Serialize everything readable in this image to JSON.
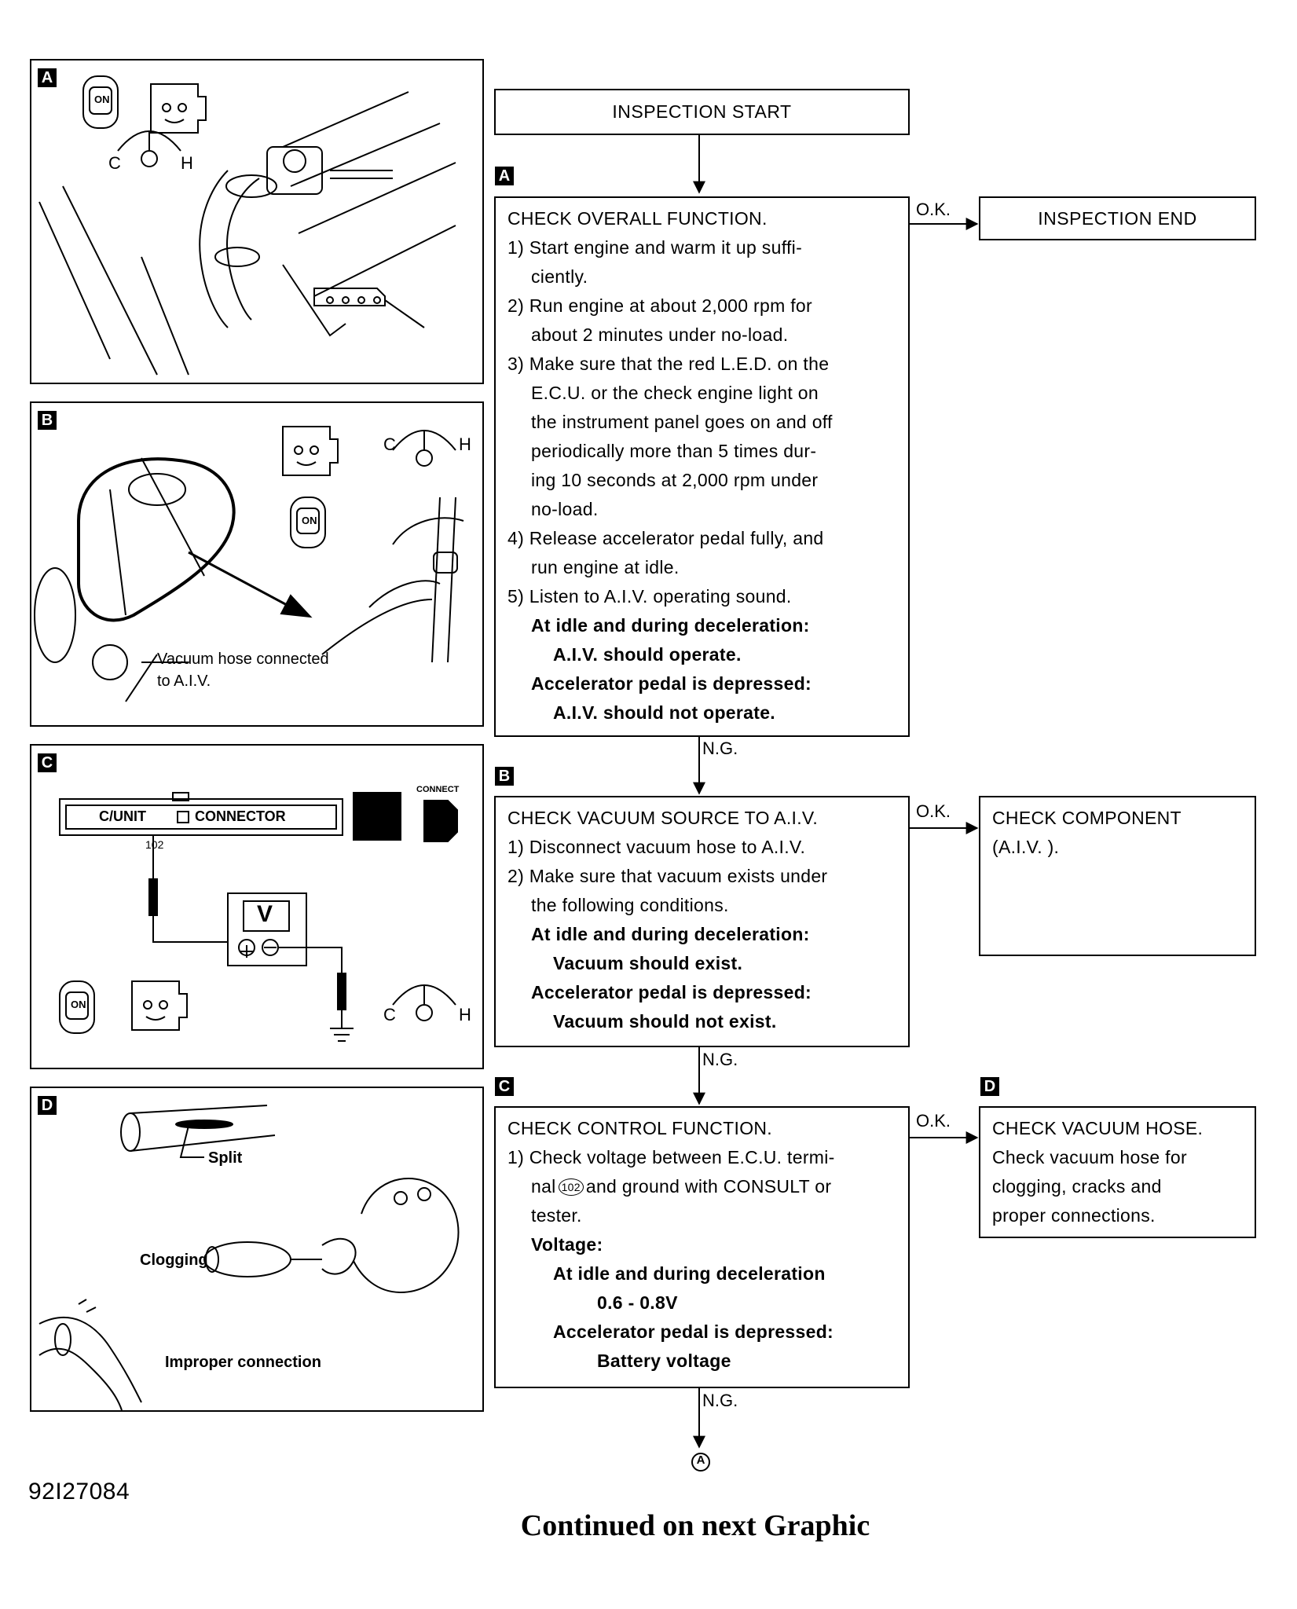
{
  "flow": {
    "start": "INSPECTION START",
    "end": "INSPECTION END",
    "ok": "O.K.",
    "ng": "N.G.",
    "step_a": {
      "tag": "A",
      "lines": [
        "CHECK OVERALL FUNCTION.",
        "1) Start engine and warm it up suffi-",
        "ciently.",
        "2) Run engine at about 2,000 rpm for",
        "about 2 minutes under no-load.",
        "3) Make sure that the red L.E.D. on the",
        "E.C.U. or the check engine light on",
        "the instrument panel goes on and off",
        "periodically more than 5 times dur-",
        "ing 10 seconds at 2,000 rpm under",
        "no-load.",
        "4) Release accelerator pedal fully, and",
        "run engine at idle.",
        "5) Listen to A.I.V. operating sound.",
        "At idle and during deceleration:",
        "A.I.V. should operate.",
        "Accelerator pedal is depressed:",
        "A.I.V. should not operate."
      ]
    },
    "step_b": {
      "tag": "B",
      "lines": [
        "CHECK VACUUM SOURCE TO A.I.V.",
        "1) Disconnect vacuum hose to A.I.V.",
        "2) Make sure that vacuum exists under",
        "the following conditions.",
        "At idle and during deceleration:",
        "Vacuum should exist.",
        "Accelerator pedal is depressed:",
        "Vacuum should not exist."
      ],
      "ok_box": [
        "CHECK COMPONENT",
        "(A.I.V. )."
      ]
    },
    "step_c": {
      "tag": "C",
      "lines": [
        "CHECK CONTROL FUNCTION.",
        "1) Check voltage between E.C.U. termi-",
        "nal",
        "and ground with CONSULT or",
        "tester.",
        "Voltage:",
        "At idle and during deceleration",
        "0.6 - 0.8V",
        "Accelerator pedal is depressed:",
        "Battery voltage"
      ],
      "terminal": "102",
      "ok_tag": "D",
      "ok_box": [
        "CHECK VACUUM HOSE.",
        "Check vacuum hose for",
        "clogging, cracks and",
        "proper connections."
      ]
    },
    "continue_marker": "A"
  },
  "illustrations": {
    "a": {
      "tag": "A",
      "gauge_c": "C",
      "gauge_h": "H",
      "key": "ON"
    },
    "b": {
      "tag": "B",
      "label_1": "Vacuum hose connected",
      "label_2": "to A.I.V.",
      "gauge_c": "C",
      "gauge_h": "H",
      "key": "ON"
    },
    "c": {
      "tag": "C",
      "unit_label": "C/UNIT",
      "connector_label": "CONNECTOR",
      "terminal": "102",
      "meter": "V",
      "connect": "CONNECT",
      "gauge_c": "C",
      "gauge_h": "H",
      "key": "ON"
    },
    "d": {
      "tag": "D",
      "split": "Split",
      "clogging": "Clogging",
      "improper": "Improper connection"
    }
  },
  "figure_id": "92I27084",
  "footer": "Continued on next Graphic"
}
